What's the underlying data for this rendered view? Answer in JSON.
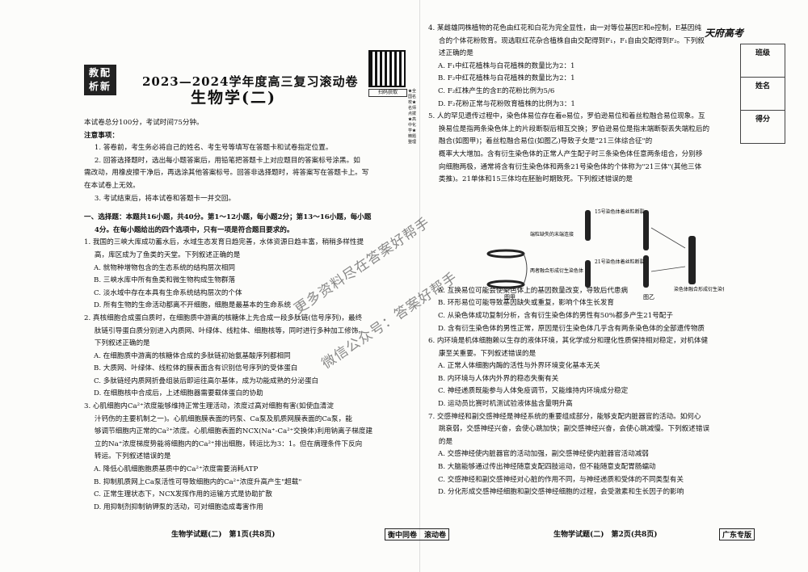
{
  "header": {
    "logo_text": "教配析新",
    "exam_title": "2023—2024学年度高三复习滚动卷",
    "subject_title": "生物学(二)",
    "qr_caption": "扫码获取",
    "qr_notes": "★全国名校★名师点拨★高中化学★精题整理",
    "brand": "天府高考"
  },
  "side_box": [
    "班级",
    "姓名",
    "得分"
  ],
  "left_lines": [
    {
      "t": "本试卷总分100分，考试时间75分钟。",
      "c": ""
    },
    {
      "t": "注意事项：",
      "c": "bold"
    },
    {
      "t": "1. 答卷前，考生务必将自己的姓名、考生号等填写在答题卡和试卷指定位置。",
      "c": "ind"
    },
    {
      "t": "2. 回答选择题时，选出每小题答案后，用铅笔把答题卡上对应题目的答案标号涂黑。如",
      "c": "ind"
    },
    {
      "t": "需改动，用橡皮擦干净后，再选涂其他答案标号。回答非选择题时，将答案写在答题卡上。写",
      "c": ""
    },
    {
      "t": "在本试卷上无效。",
      "c": ""
    },
    {
      "t": "3. 考试结束后，将本试卷和答题卡一并交回。",
      "c": "ind"
    },
    {
      "t": "",
      "c": ""
    },
    {
      "t": "一、选择题：本题共16小题，共40分。第1～12小题，每小题2分；第13～16小题，每小题",
      "c": "bold"
    },
    {
      "t": "4分。在每小题给出的四个选项中，只有一项是符合题目要求的。",
      "c": "bold ind"
    },
    {
      "t": "1. 我国的三峡大库成功蓄水后，水域生态发育日趋完善，水体资源日趋丰富，稍稍多样性提",
      "c": ""
    },
    {
      "t": "高，库区成为了鱼类的天堂。下列叙述正确的是",
      "c": "ind"
    },
    {
      "t": "A. 就物种增物包含的生态系统的结构层次相同",
      "c": "opt"
    },
    {
      "t": "B. 三峡水库中所有鱼类和微生物构成生物群落",
      "c": "opt"
    },
    {
      "t": "C. 淡水域中存在本具有生命系统结构层次的个体",
      "c": "opt"
    },
    {
      "t": "D. 所有生物的生命活动都离不开细胞，细胞是最基本的生命系统",
      "c": "opt"
    },
    {
      "t": "2. 真核细胞合成蛋白质时，在细胞质中游离的核糖体上先合成一段多肽链(信号序列)，最终",
      "c": ""
    },
    {
      "t": "肽链引导蛋白质分别进入内质网、叶绿体、线粒体、细胞核等，同时进行多种加工修饰。",
      "c": "ind"
    },
    {
      "t": "下列叙述正确的是",
      "c": "ind"
    },
    {
      "t": "A. 在细胞质中游离的核糖体合成的多肽链初始氨基酸序列都相同",
      "c": "opt"
    },
    {
      "t": "B. 大质网、叶绿体、线粒体的膜表面含有识别信号序列的受体蛋白",
      "c": "opt"
    },
    {
      "t": "C. 多肽链经内质网折叠组装后即运往高尔基体，成为功能成熟的分泌蛋白",
      "c": "opt"
    },
    {
      "t": "D. 在细胞核中合成后，上述细胞器需要载体蛋白的协助",
      "c": "opt"
    },
    {
      "t": "3. 心肌细胞内Ca²⁺浓度能够维持正常生理活动，浓度过高对细胞有害(如使血清淀",
      "c": ""
    },
    {
      "t": "汁钙伤的主要机制之一)。心肌细胞膜表面的钙泵、Ca泵及肌质网膜表面的Ca泵，能",
      "c": "ind"
    },
    {
      "t": "够调节细胞内正常的Ca²⁺浓度。心肌细胞表面的NCX(Na⁺-Ca²⁺交换体)利用钠离子梯度建",
      "c": "ind"
    },
    {
      "t": "立的Na⁺浓度梯度势能将细胞内的Ca²⁺排出细胞，转运比为3：1。但在病理条件下反向",
      "c": "ind"
    },
    {
      "t": "转运。下列叙述错误的是",
      "c": "ind"
    },
    {
      "t": "A. 降低心肌细胞胞质基质中的Ca²⁺浓度需要消耗ATP",
      "c": "opt"
    },
    {
      "t": "B. 抑制肌质网上Ca泵活性可导致细胞内的Ca²⁺浓度升高产生\"超载\"",
      "c": "opt"
    },
    {
      "t": "C. 正常生理状态下，NCX发挥作用的运输方式是协助扩散",
      "c": "opt"
    },
    {
      "t": "D. 用抑制剂抑制钠钾泵的活动，可对细胞造成毒害作用",
      "c": "opt"
    }
  ],
  "right_lines": [
    {
      "t": "4. 某雌雄同株植物的花色由红花和白花为完全显性，由一对等位基因E和e控制，E基因纯",
      "c": ""
    },
    {
      "t": "合的个体花粉败育。现选取红花杂合植株自由交配得到F₁，F₁自由交配得到F₂。下列叙",
      "c": "ind"
    },
    {
      "t": "述正确的是",
      "c": "ind"
    },
    {
      "t": "A. F₁中红花植株与白花植株的数量比为2：1",
      "c": "opt"
    },
    {
      "t": "B. F₂中红花植株与白花植株的数量比为2：1",
      "c": "opt"
    },
    {
      "t": "C. F₂红株产生的含E的花粉比例为5/6",
      "c": "opt"
    },
    {
      "t": "D. F₂花粉正常与花粉败育植株的比例为3：1",
      "c": "opt"
    },
    {
      "t": "5. 人的罕见遗传过程中，染色体易位存在着e易位，罗伯逊易位和着丝粒融合易位现象。互",
      "c": ""
    },
    {
      "t": "换易位是指两条染色体上的片段断裂后相互交换；罗伯逊易位是指末端断裂丢失端粒后的",
      "c": "ind"
    },
    {
      "t": "融合(如图甲)；着丝粒融合易位(如图乙)导致子女是\"21三体综合征\"的",
      "c": "ind"
    },
    {
      "t": "概率大大增加。含有衍生染色体的正常人产生配子时三条染色体任意两条组合，分别移",
      "c": "ind"
    },
    {
      "t": "向细胞两极，通常将含有衍生染色体和两条21号染色体的个体称为\"21三体\"(其他三体",
      "c": "ind"
    },
    {
      "t": "类推)。21单体和15三体均在胚胎时期致死。下列叙述错误的是",
      "c": "ind"
    }
  ],
  "figure_labels": {
    "frag_top": "端粒缺失的末端连接",
    "frag_bottom": "两者融合形成衍生染色体",
    "fig_a": "图甲",
    "fig_b": "图乙",
    "chr15": "15号染色体着丝粒断裂",
    "chr21": "21号染色体着丝粒断裂",
    "fused": "染色体融合形成衍生染色体"
  },
  "right_lines2": [
    {
      "t": "A. 互换易位可能会使染色体上的基因数量改变，导致后代患病",
      "c": "opt"
    },
    {
      "t": "B. 环形易位可能导致基因缺失或重复，影响个体生长发育",
      "c": "opt"
    },
    {
      "t": "C. 从染色体成功复制分析，含有衍生染色体的男性有50%都多产生21号配子",
      "c": "opt"
    },
    {
      "t": "D. 含有衍生染色体的男性正常，原因是衍生染色体几乎含有两条染色体的全部遗传物质",
      "c": "opt"
    },
    {
      "t": "6. 内环境是机体细胞赖以生存的液体环境，其化学成分和理化性质保持相对稳定，对机体健",
      "c": ""
    },
    {
      "t": "康至关重要。下列叙述错误的是",
      "c": "ind"
    },
    {
      "t": "A. 正常人体细胞内酶的活性与外界环境变化基本无关",
      "c": "opt"
    },
    {
      "t": "B. 内环境与人体内外界的稳态失衡有关",
      "c": "opt"
    },
    {
      "t": "C. 神经递质既能参与人体免疫调节，又能维持内环境成分稳定",
      "c": "opt"
    },
    {
      "t": "D. 运动员比赛时机测试验液体盐含量明升高",
      "c": "opt"
    },
    {
      "t": "7. 交感神经和副交感神经是神经系统的重要组成部分，能够支配内脏器官的活动。如何心",
      "c": ""
    },
    {
      "t": "跳衰弱，交感神经兴奋，会使心跳加快；副交感神经兴奋，会使心跳减慢。下列叙述错误",
      "c": "ind"
    },
    {
      "t": "的是",
      "c": "ind"
    },
    {
      "t": "A. 交感神经使内脏器官的活动加强，副交感神经使内脏器官活动减弱",
      "c": "opt"
    },
    {
      "t": "B. 大脑能够通过传出神经随意支配四肢运动，但不能随意支配胃肠蠕动",
      "c": "opt"
    },
    {
      "t": "C. 交感神经和副交感神经对心脏的作用不同，与神经递质和受体的不同类型有关",
      "c": "opt"
    },
    {
      "t": "D. 分化形成交感神经细胞和副交感神经细胞的过程，会受激素和生长因子的影响",
      "c": "opt"
    }
  ],
  "footer": {
    "left_page": "生物学试题(二)　第1页(共8页)",
    "center_tag": "衡中同卷　滚动卷",
    "right_page": "生物学试题(二)　第2页(共8页)",
    "region": "广东专版"
  },
  "watermarks": {
    "w1": "更多资料尽在答案好帮手",
    "w2": "微信公众号：答案好帮手"
  }
}
